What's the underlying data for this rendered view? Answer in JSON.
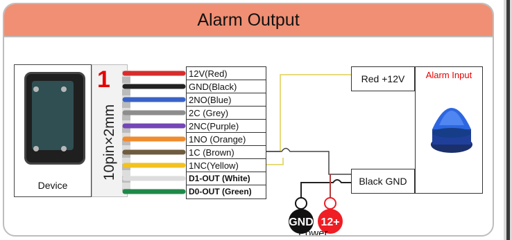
{
  "header": {
    "title": "Alarm Output"
  },
  "device": {
    "label": "Device"
  },
  "connector": {
    "pin_number": "1",
    "label": "10pin×2mm"
  },
  "wires": [
    {
      "label": "12V(Red)",
      "color": "#d92c2c",
      "bold": false
    },
    {
      "label": "GND(Black)",
      "color": "#222222",
      "bold": false
    },
    {
      "label": "2NO(Blue)",
      "color": "#3a63c8",
      "bold": false
    },
    {
      "label": "2C (Grey)",
      "color": "#8d8d8d",
      "bold": false
    },
    {
      "label": "2NC(Purple)",
      "color": "#7446b6",
      "bold": false
    },
    {
      "label": "1NO (Orange)",
      "color": "#f08b2e",
      "bold": false
    },
    {
      "label": "1C (Brown)",
      "color": "#6f5b3d",
      "bold": false
    },
    {
      "label": "1NC(Yellow)",
      "color": "#f2c21f",
      "bold": false
    },
    {
      "label": "D1-OUT  (White)",
      "color": "#f5f5f5",
      "bold": true
    },
    {
      "label": "D0-OUT (Green)",
      "color": "#1f8a48",
      "bold": true
    }
  ],
  "alarm": {
    "title": "Alarm Input",
    "red_terminal": "Red +12V",
    "black_terminal": "Black GND"
  },
  "power": {
    "gnd_label": "GND",
    "plus_label": "12+",
    "label": "Power"
  }
}
